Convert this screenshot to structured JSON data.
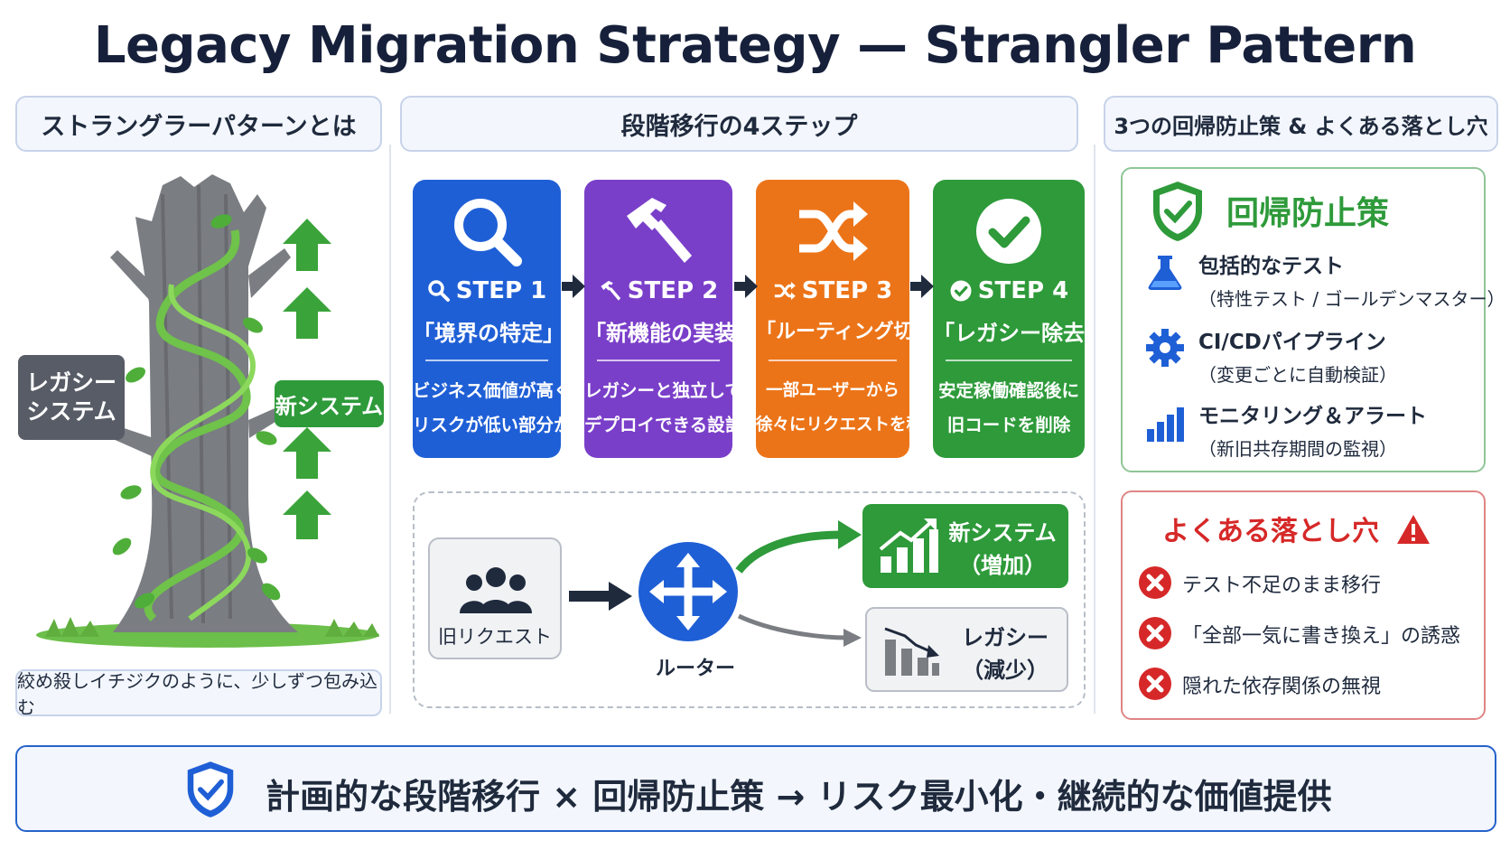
{
  "title": "Legacy Migration Strategy — Strangler Pattern",
  "sections": {
    "left": "ストラングラーパターンとは",
    "center": "段階移行の4ステップ",
    "right": "3つの回帰防止策 & よくある落とし穴"
  },
  "tree": {
    "legacy_label": "レガシー\nシステム",
    "new_label": "新システム",
    "caption": "絞め殺しイチジクのように、少しずつ包み込む"
  },
  "steps": [
    {
      "label": "STEP 1",
      "name": "「境界の特定」",
      "desc1": "ビジネス価値が高く",
      "desc2": "リスクが低い部分から",
      "color": "#1f5fd6",
      "icon": "search-icon"
    },
    {
      "label": "STEP 2",
      "name": "「新機能の実装」",
      "desc1": "レガシーと独立して",
      "desc2": "デプロイできる設計",
      "color": "#7a3fc9",
      "icon": "hammer-icon"
    },
    {
      "label": "STEP 3",
      "name": "「ルーティング切替」",
      "desc1": "一部ユーザーから",
      "desc2": "徐々にリクエストを移行",
      "color": "#ec7418",
      "icon": "shuffle-icon"
    },
    {
      "label": "STEP 4",
      "name": "「レガシー除去」",
      "desc1": "安定稼働確認後に",
      "desc2": "旧コードを削除",
      "color": "#2e9a3a",
      "icon": "check-circle-icon"
    }
  ],
  "flow": {
    "old_request": "旧リクエスト",
    "router": "ルーター",
    "new_system_1": "新システム",
    "new_system_2": "（増加）",
    "legacy_1": "レガシー",
    "legacy_2": "（減少）"
  },
  "prevention": {
    "title": "回帰防止策",
    "items": [
      {
        "a": "包括的なテスト",
        "b": "（特性テスト / ゴールデンマスター）",
        "icon": "flask-icon"
      },
      {
        "a": "CI/CDパイプライン",
        "b": "（変更ごとに自動検証）",
        "icon": "gear-icon"
      },
      {
        "a": "モニタリング＆アラート",
        "b": "（新旧共存期間の監視）",
        "icon": "bar-chart-icon"
      }
    ]
  },
  "pitfalls": {
    "title": "よくある落とし穴",
    "items": [
      "テスト不足のまま移行",
      "「全部一気に書き換え」の誘惑",
      "隠れた依存関係の無視"
    ]
  },
  "bottom": "計画的な段階移行 × 回帰防止策 → リスク最小化・継続的な価値提供",
  "colors": {
    "blue": "#1f5fd6",
    "purple": "#7a3fc9",
    "orange": "#ec7418",
    "green": "#2e9a3a",
    "red": "#d62828",
    "navy": "#16203a"
  }
}
